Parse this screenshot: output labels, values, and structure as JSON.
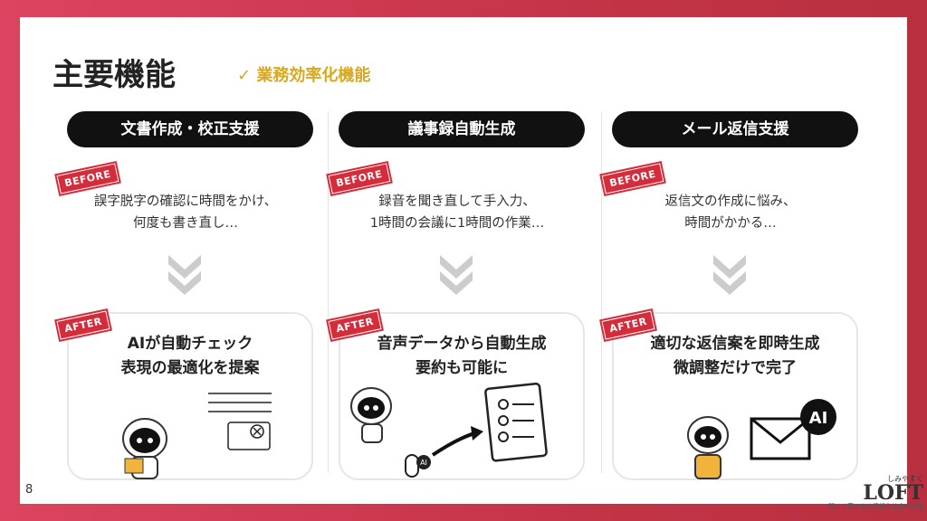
{
  "title": "主要機能",
  "subtitle": "✓ 業務効率化機能",
  "page_number": "8",
  "columns": [
    {
      "heading": "文書作成・校正支援",
      "before_label": "BEFORE",
      "before_lines": [
        "誤字脱字の確認に時間をかけ、",
        "何度も書き直し…"
      ],
      "after_label": "AFTER",
      "after_lines": [
        "AIが自動チェック",
        "表現の最適化を提案"
      ]
    },
    {
      "heading": "議事録自動生成",
      "before_label": "BEFORE",
      "before_lines": [
        "録音を聞き直して手入力、",
        "1時間の会議に1時間の作業…"
      ],
      "after_label": "AFTER",
      "after_lines": [
        "音声データから自動生成",
        "要約も可能に"
      ]
    },
    {
      "heading": "メール返信支援",
      "before_label": "BEFORE",
      "before_lines": [
        "返信文の作成に悩み、",
        "時間がかかる…"
      ],
      "after_label": "AFTER",
      "after_lines": [
        "適切な返信案を即時生成",
        "微調整だけで完了"
      ]
    }
  ],
  "logo": {
    "kana": "しみやすく",
    "name": "LOFT",
    "tagline": "明るく夢のある情報化社会の実現"
  },
  "ai_badge": "AI",
  "mic_badge": "AI"
}
